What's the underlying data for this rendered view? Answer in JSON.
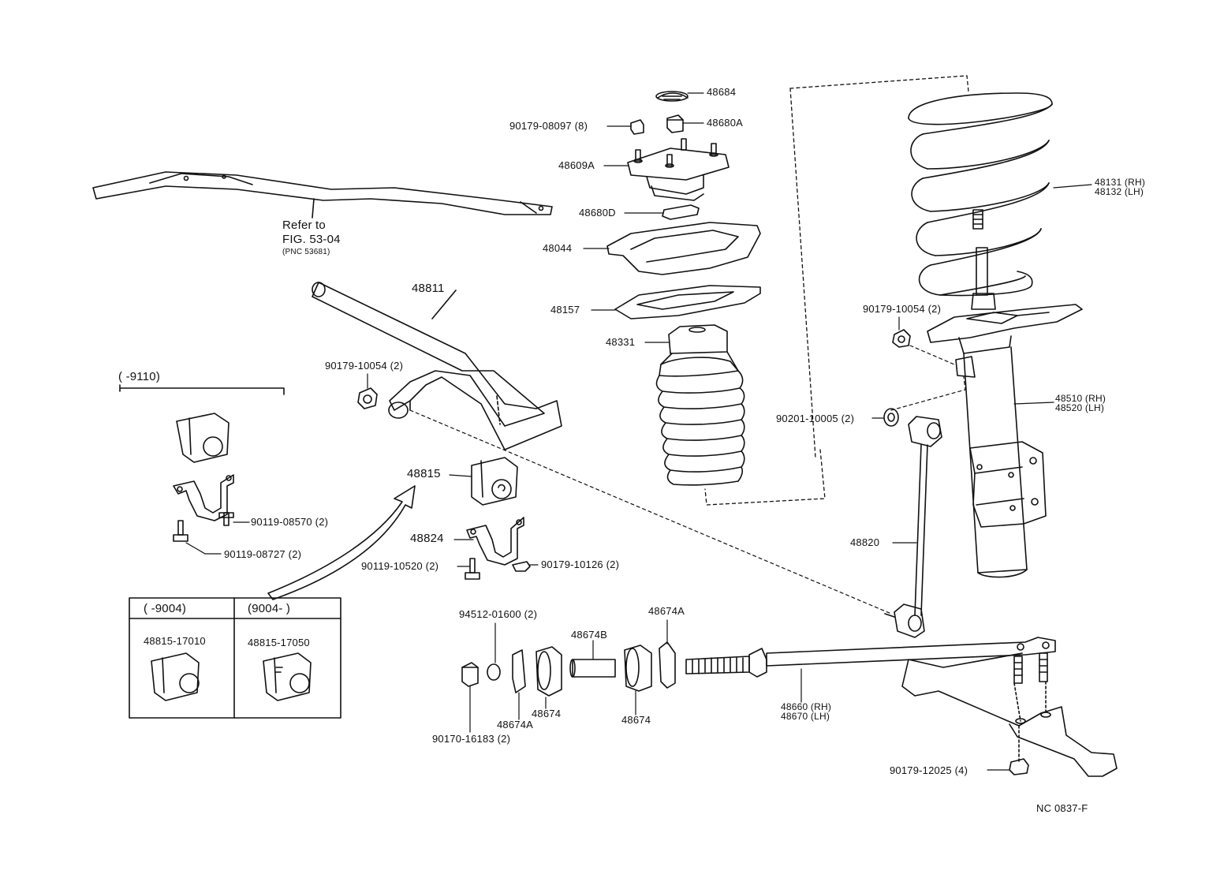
{
  "labels": {
    "p48684": "48684",
    "p90179_08097": "90179-08097 (8)",
    "p48680A": "48680A",
    "p48609A": "48609A",
    "p48680D": "48680D",
    "p48044": "48044",
    "p48157": "48157",
    "p48331": "48331",
    "p48131": "48131 (RH)",
    "p48132": "48132 (LH)",
    "p90179_10054_r": "90179-10054 (2)",
    "p90201_10005": "90201-10005 (2)",
    "p48510": "48510 (RH)",
    "p48520": "48520 (LH)",
    "p48820": "48820",
    "p48811": "48811",
    "p90179_10054_l": "90179-10054 (2)",
    "p48815": "48815",
    "p48824": "48824",
    "p90119_10520": "90119-10520 (2)",
    "p90179_10126": "90179-10126 (2)",
    "p90119_08570": "90119-08570 (2)",
    "p90119_08727": "90119-08727 (2)",
    "range_9110": "(        -9110)",
    "range_9004a": "(        -9004)",
    "range_9004b": "(9004-          )",
    "p48815_17010": "48815-17010",
    "p48815_17050": "48815-17050",
    "p94512_01600": "94512-01600 (2)",
    "p48674B": "48674B",
    "p48674A_top": "48674A",
    "p48674_a": "48674",
    "p48674A_bot": "48674A",
    "p48674_b": "48674",
    "p90170_16183": "90170-16183 (2)",
    "p48660": "48660 (RH)",
    "p48670": "48670 (LH)",
    "p90179_12025": "90179-12025 (4)",
    "refer_to": "Refer to",
    "fig": "FIG. 53-04",
    "pnc": "(PNC 53681)",
    "code": "NC  0837-F"
  }
}
